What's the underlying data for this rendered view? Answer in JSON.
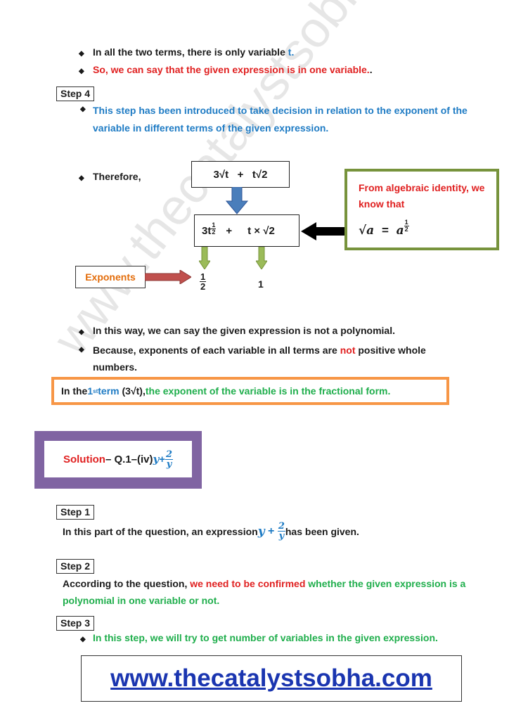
{
  "top_bullets": [
    {
      "text": "In all the two terms, there is only variable ",
      "var": "t",
      "end": "."
    },
    {
      "text": "So, we can say that the given expression is in one variable.",
      "end": "."
    }
  ],
  "step4": {
    "label": "Step 4",
    "text": "This step has been introduced to take decision in relation to the exponent of the variable in different terms of the given expression."
  },
  "therefore": "Therefore,",
  "expr_top": "3√t   +   t√2",
  "expr_mid": {
    "coef": "3t",
    "exp_n": "1",
    "exp_d": "2",
    "plus": "+",
    "term2": "t × √2"
  },
  "identity_box": {
    "text": "From algebraic identity, we know that",
    "lhs": "√a",
    "eq": "=",
    "base": "a",
    "exp_n": "1",
    "exp_d": "2"
  },
  "exponents_label": "Exponents",
  "exp_values": {
    "first_n": "1",
    "first_d": "2",
    "second": "1"
  },
  "mid_bullets": [
    "In this way, we can say the given expression is not a polynomial.",
    {
      "pre": "Because, exponents of each variable in all terms are ",
      "not": "not",
      "post": " positive whole numbers."
    }
  ],
  "conclusion": {
    "pre": "In the ",
    "first": "1",
    "sup": "st",
    "term": " term",
    "expr": "(3√t),",
    "post": " the exponent of the variable is in the fractional form."
  },
  "solution": {
    "label": "Solution",
    "dash": " – Q.1–(iv) ",
    "y": "y",
    "plus": " + ",
    "num": "2",
    "den": "y"
  },
  "step1": {
    "label": "Step 1",
    "pre": "In this part of the question, an expression ",
    "y": "y",
    "plus": " + ",
    "num": "2",
    "den": "y",
    "post": " has been given."
  },
  "step2": {
    "label": "Step 2",
    "pre": "According to the question, ",
    "red": "we need to be confirmed",
    "green": " whether the given expression is a polynomial in one variable or not."
  },
  "step3": {
    "label": "Step 3",
    "text": "In this step, we will try to get number of variables in the given expression."
  },
  "website": "www.thecatalystsobha.com",
  "watermark": "www.thecatalystsobha.com",
  "colors": {
    "red": "#e02020",
    "blue": "#1e7bc4",
    "green": "#1fae4c",
    "orange": "#e36c0a",
    "purple": "#8064a2",
    "olive": "#77933c",
    "arrow_blue": "#4a7ebb",
    "arrow_red": "#c0504d",
    "link": "#1a35b0"
  }
}
